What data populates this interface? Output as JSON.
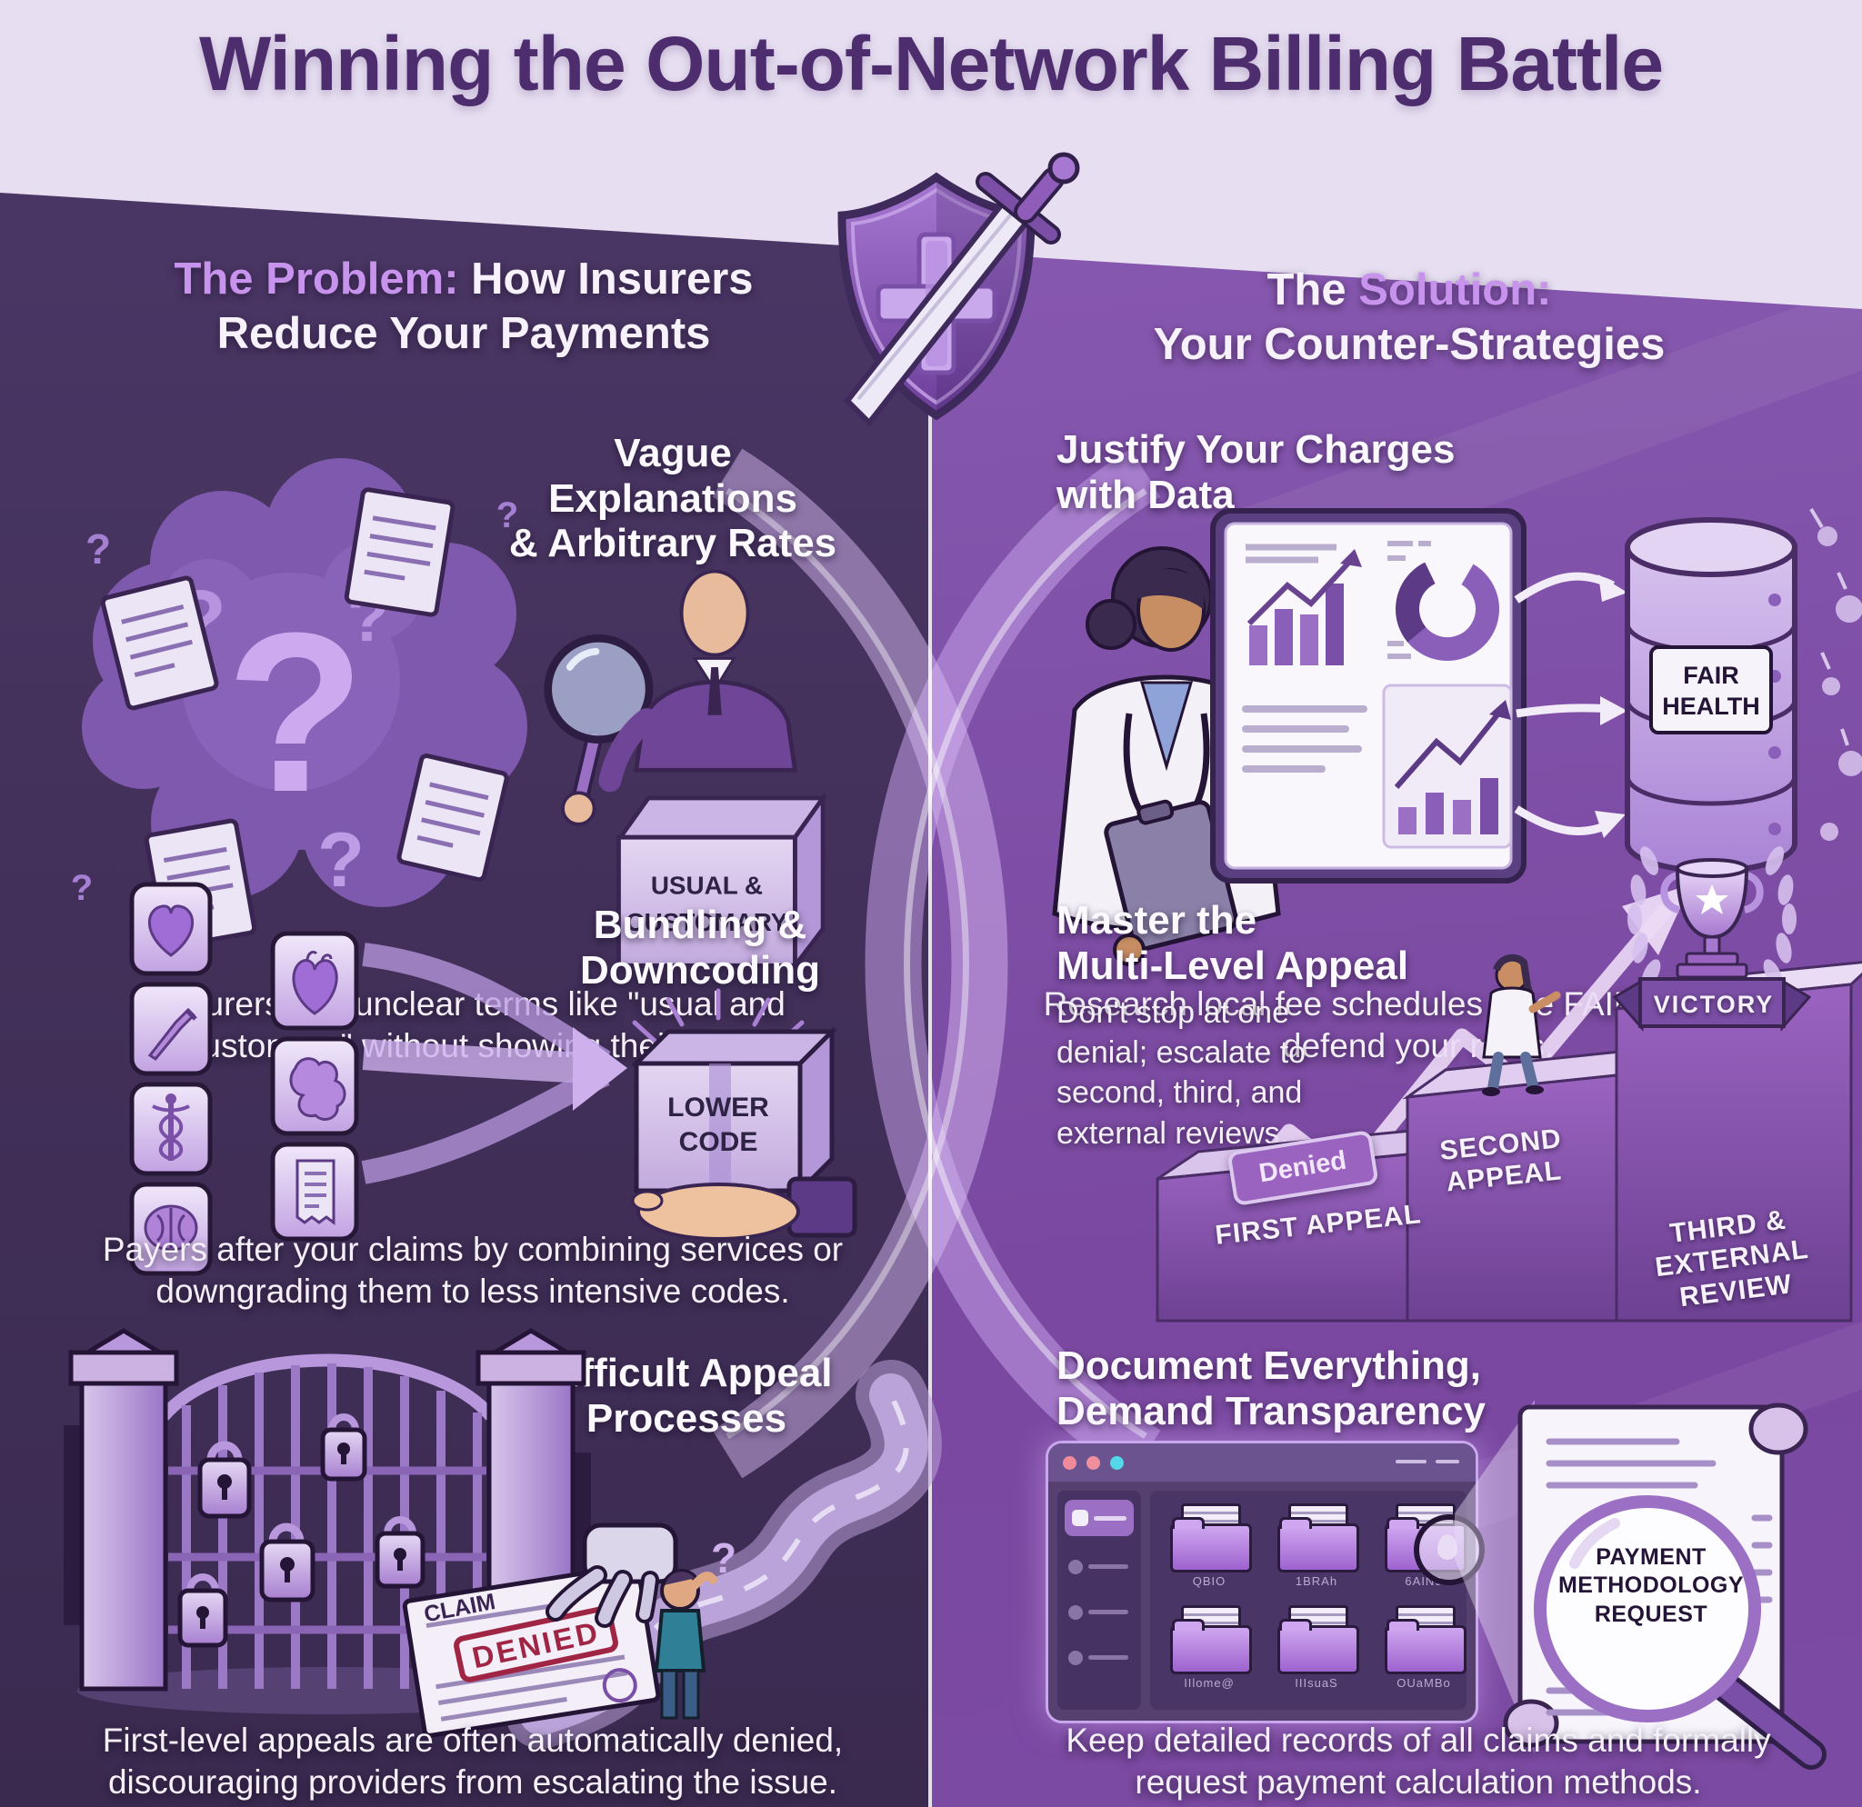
{
  "title": "Winning the Out-of-Network Billing Battle",
  "colors": {
    "header_band": "#e7dff1",
    "title_text": "#4e2d6e",
    "left_bg": "#43315b",
    "right_bg": "#7e4ca6",
    "accent_text": "#c793ec",
    "white_text": "#f6f1fa",
    "stamp_red": "#a02545"
  },
  "decor": {
    "question_mark": "?"
  },
  "left_column": {
    "heading": {
      "line1_accent": "The Problem:",
      "line1_rest": " How Insurers",
      "line2": "Reduce Your Payments"
    },
    "section1": {
      "heading_line1": "Vague Explanations",
      "heading_line2": "& Arbitrary Rates",
      "box_line1": "USUAL &",
      "box_line2": "CUSTOMARY",
      "caption": "Insurers use unclear terms like \"usual and customary\" without showing their data."
    },
    "section2": {
      "heading_line1": "Bundling &",
      "heading_line2": "Downcoding",
      "box_line1": "LOWER",
      "box_line2": "CODE",
      "caption": "Payers after your claims by combining services or downgrading them to less intensive codes."
    },
    "section3": {
      "heading_line1": "Difficult Appeal",
      "heading_line2": "Processes",
      "claim_label": "CLAIM",
      "stamp_label": "DENIED",
      "caption": "First-level appeals are often automatically denied, discouraging providers from escalating the issue."
    }
  },
  "right_column": {
    "heading": {
      "line1_rest": "The ",
      "line1_accent": "Solution:",
      "line2": "Your Counter-Strategies"
    },
    "section1": {
      "heading_line1": "Justify Your Charges",
      "heading_line2": "with Data",
      "db_line1": "FAIR",
      "db_line2": "HEALTH",
      "caption": "Research local fee schedules (like FAIR Health) to defend your rates."
    },
    "section2": {
      "heading_line1": "Master the",
      "heading_line2": "Multi-Level Appeal",
      "subtext": "Don't stop at one denial; escalate to second, third, and external reviews.",
      "denied_tag": "Denied",
      "victory": "VICTORY",
      "step1": "FIRST APPEAL",
      "step2": "SECOND APPEAL",
      "step3": "THIRD & EXTERNAL REVIEW"
    },
    "section3": {
      "heading_line1": "Document Everything,",
      "heading_line2": "Demand Transparency",
      "scroll_line1": "PAYMENT",
      "scroll_line2": "METHODOLOGY",
      "scroll_line3": "REQUEST",
      "folder_labels": [
        "QBIO",
        "1BRAh",
        "6AIN9",
        "IIlome@",
        "IIIsuaS",
        "OUaMBo"
      ],
      "caption": "Keep detailed records of all claims and formally request payment calculation methods."
    }
  }
}
